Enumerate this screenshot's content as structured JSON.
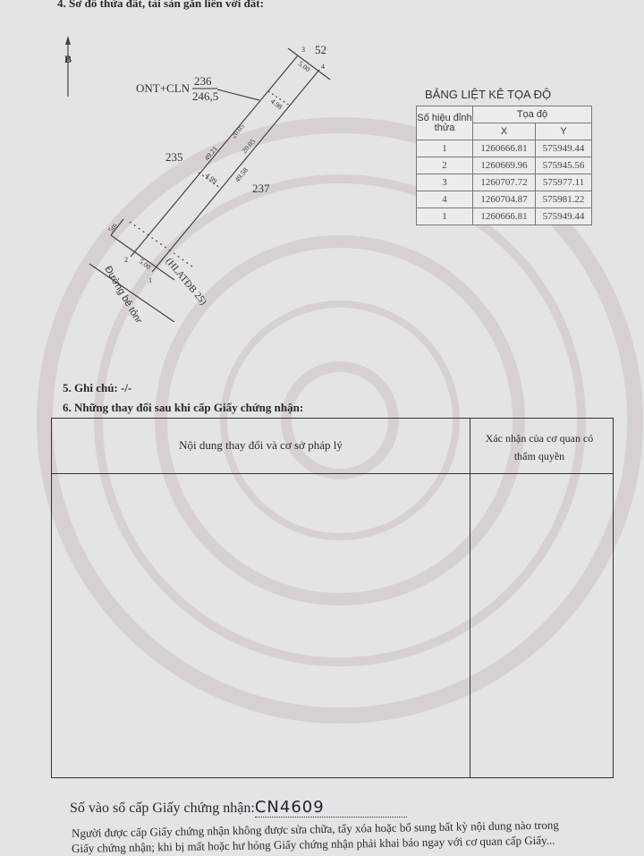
{
  "section4_title": "4. Sơ đồ thửa đất, tài sản gắn liền với đất:",
  "diagram": {
    "north_label": "B",
    "land_use": "ONT+CLN",
    "parcel_number": "236",
    "area": "246,5",
    "neighbors": [
      "52",
      "235",
      "237"
    ],
    "vertices": [
      "1",
      "2",
      "3",
      "4"
    ],
    "edges": {
      "top": "5.00",
      "bottom": "5.00",
      "left": "49.21",
      "right": "49.58",
      "left_inner": "20.05",
      "right_inner": "20.05",
      "offset_top": "4.98",
      "offset_bottom": "4.99",
      "setback": "5m"
    },
    "road_name": "Đường bê tông",
    "road_code": "(HLATĐB 25)"
  },
  "coord_table": {
    "title": "BẢNG LIỆT KÊ TỌA ĐỘ",
    "col_id": "Số hiệu đỉnh thửa",
    "col_coord": "Tọa độ",
    "col_x": "X",
    "col_y": "Y",
    "rows": [
      {
        "id": "1",
        "x": "1260666.81",
        "y": "575949.44"
      },
      {
        "id": "2",
        "x": "1260669.96",
        "y": "575945.56"
      },
      {
        "id": "3",
        "x": "1260707.72",
        "y": "575977.11"
      },
      {
        "id": "4",
        "x": "1260704.87",
        "y": "575981.22"
      },
      {
        "id": "1",
        "x": "1260666.81",
        "y": "575949.44"
      }
    ]
  },
  "section5": "5. Ghi chú: -/-",
  "section6": "6. Những thay đổi sau khi cấp Giấy chứng nhận:",
  "changes_table": {
    "col1": "Nội dung thay đổi và cơ sở pháp lý",
    "col2": "Xác nhận của cơ quan có thẩm quyền"
  },
  "footer": {
    "register_label": "Số vào sổ cấp Giấy chứng nhận:",
    "register_value": "CN4609",
    "notice_line1": "Người được cấp Giấy chứng nhận không được sửa chữa, tẩy xóa hoặc bổ sung bất kỳ nội dung nào trong",
    "notice_line2": "Giấy chứng nhận; khi bị mất hoặc hư hỏng Giấy chứng nhận phải khai báo ngay với cơ quan cấp Giấy..."
  }
}
